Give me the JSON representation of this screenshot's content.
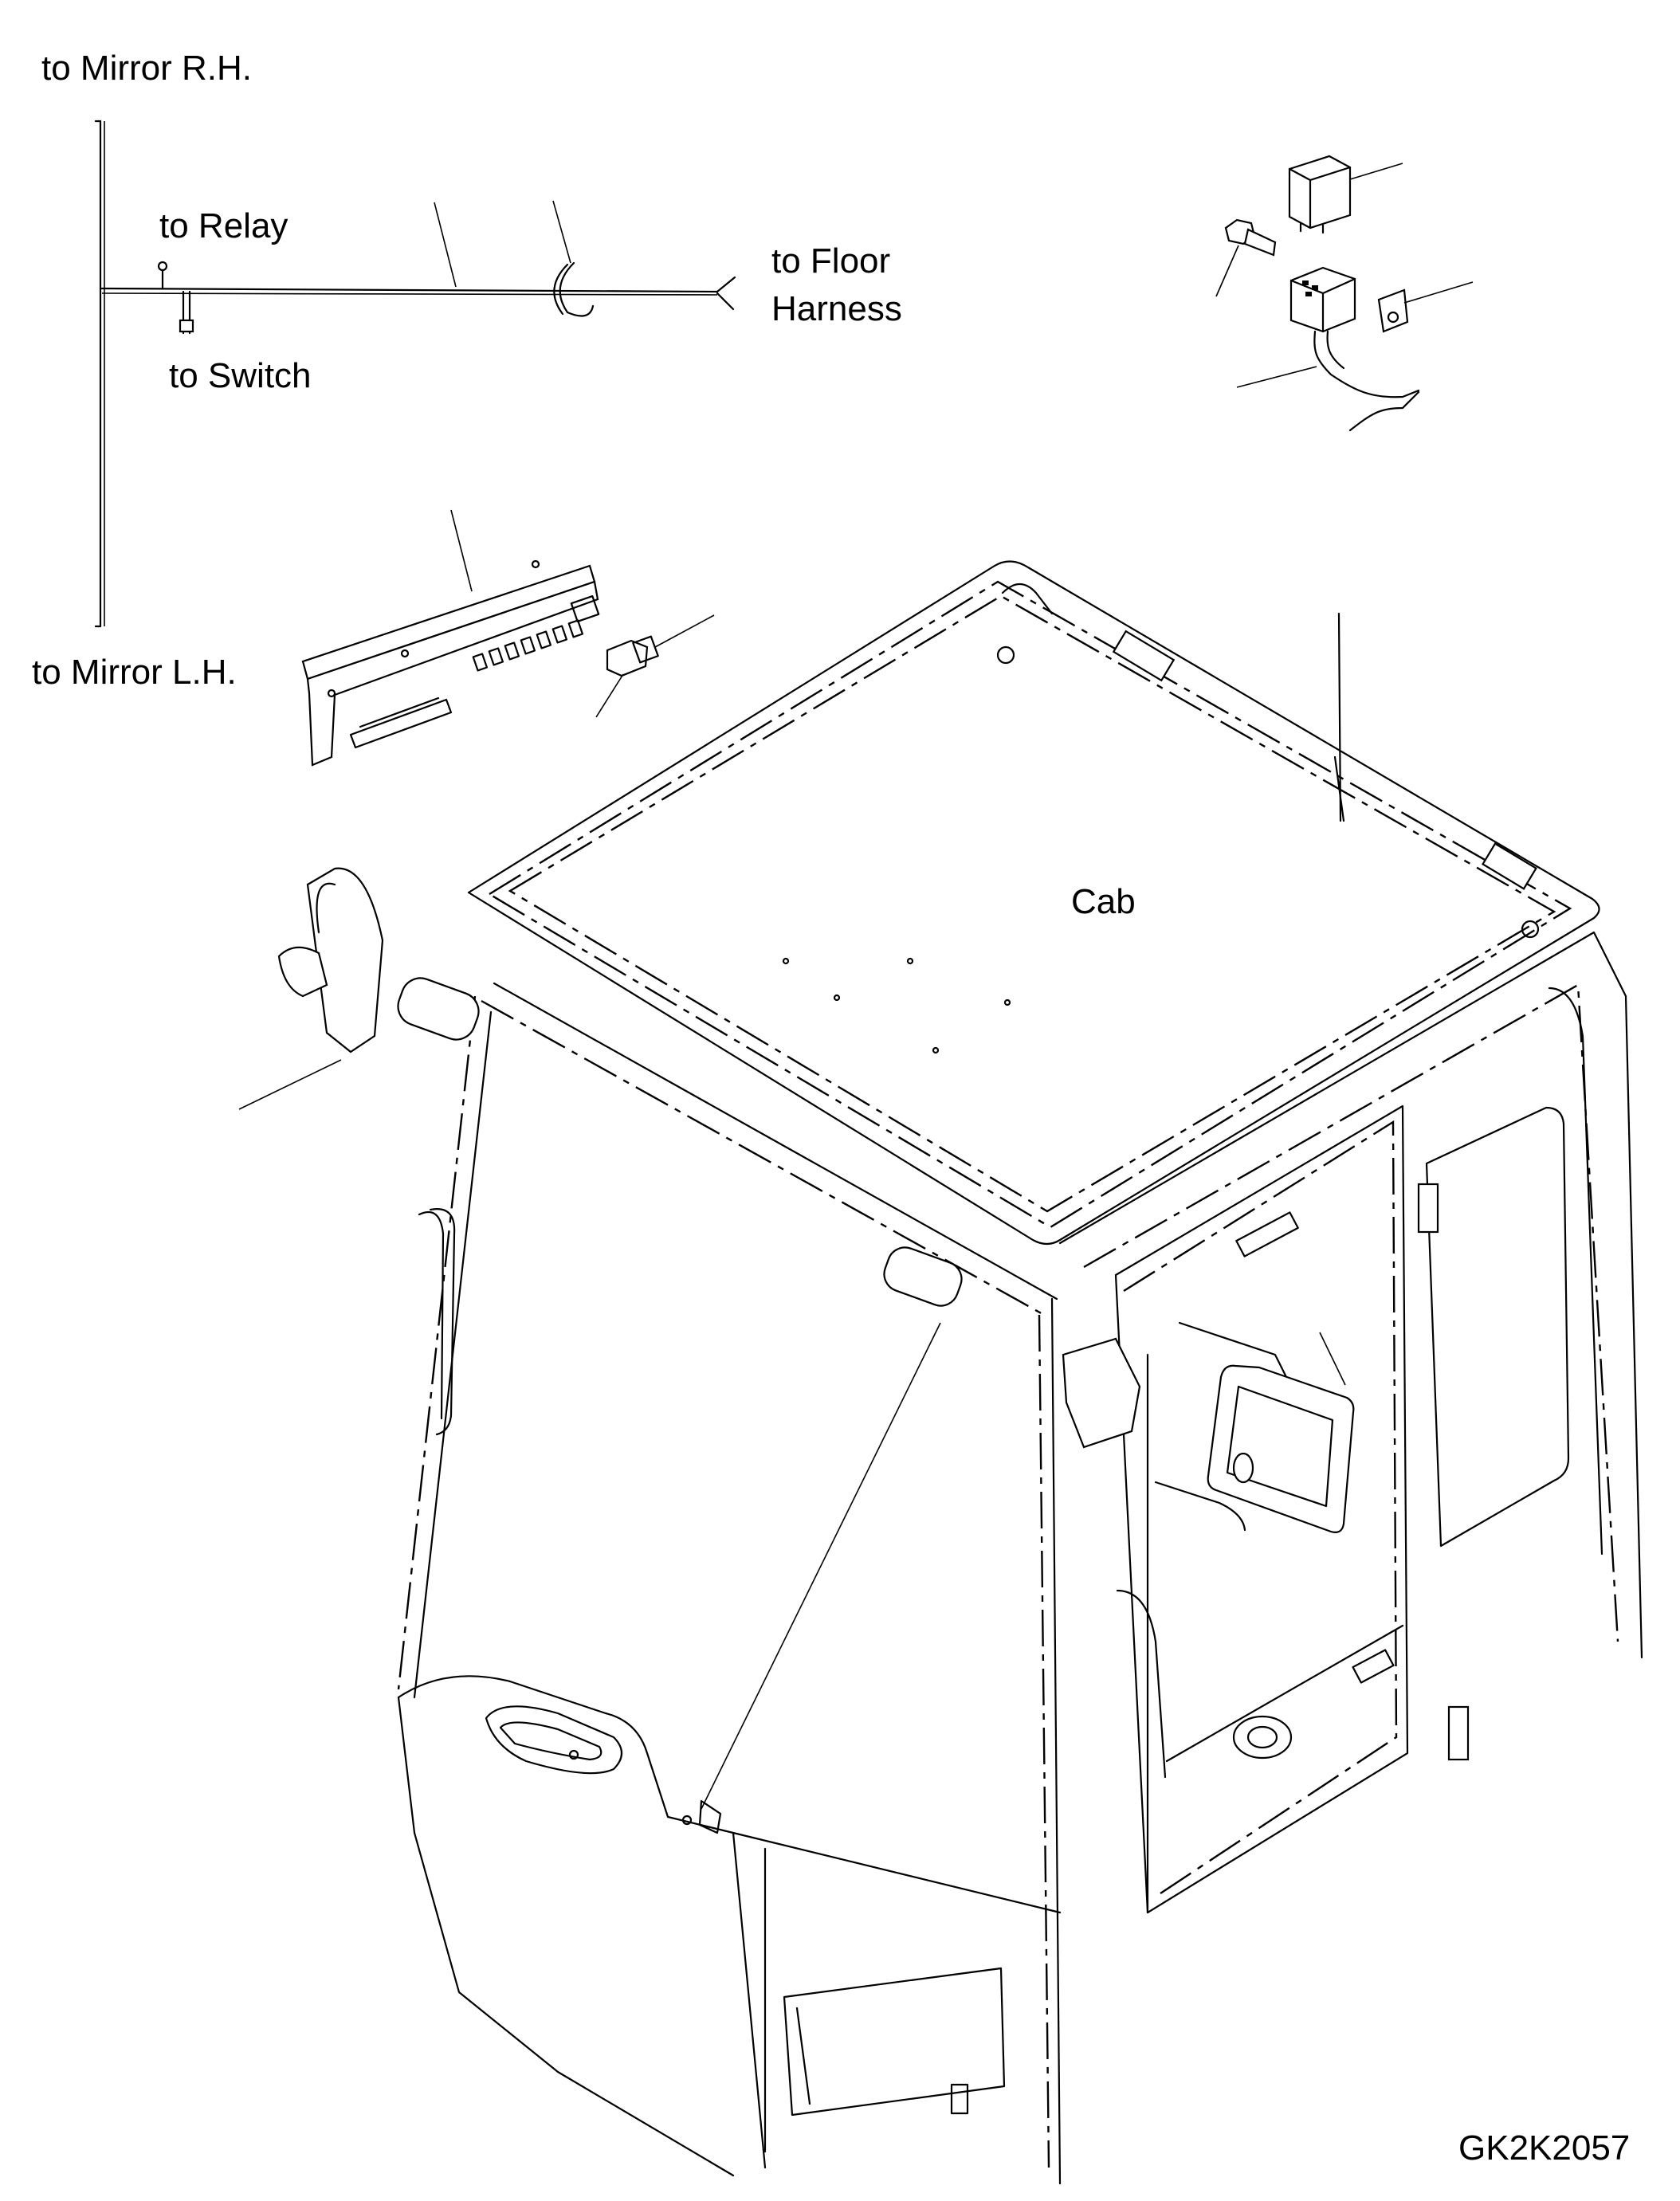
{
  "labels": {
    "mirror_rh": "to Mirror R.H.",
    "mirror_lh": "to Mirror L.H.",
    "relay": "to Relay",
    "switch": "to Switch",
    "floor_harness_line1": "to Floor",
    "floor_harness_line2": "Harness",
    "cab": "Cab",
    "figure_code": "GK2K2057"
  }
}
